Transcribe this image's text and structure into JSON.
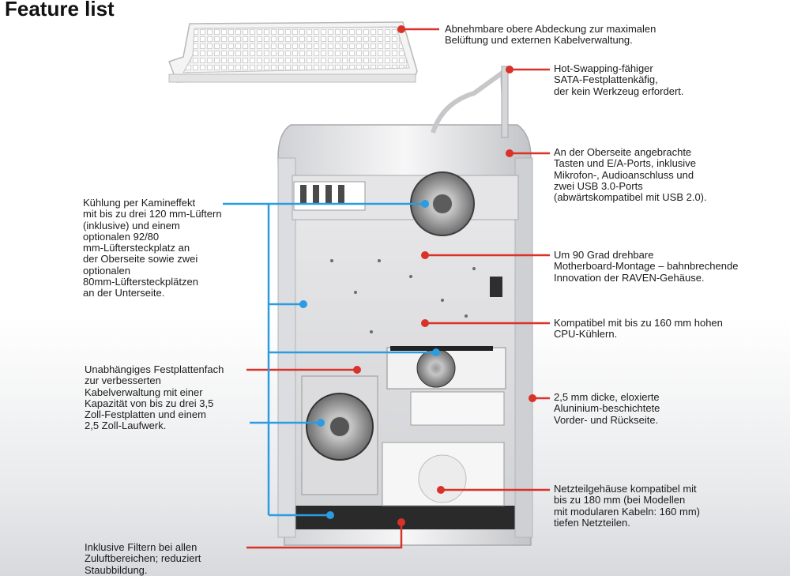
{
  "heading": "Feature list",
  "colors": {
    "red_callout": "#d8322a",
    "blue_callout": "#2b9be2",
    "case_body": "#e8e8ea"
  },
  "callouts": {
    "top_cover": "Abnehmbare obere Abdeckung zur maximalen\nBelüftung und externen Kabelverwaltung.",
    "hdd_cage": "Hot-Swapping-fähiger\nSATA-Festplattenkäfig,\nder kein Werkzeug erfordert.",
    "top_ports": "An der Oberseite angebrachte\nTasten und E/A-Ports, inklusive\nMikrofon-, Audioanschluss und\nzwei USB 3.0-Ports\n(abwärtskompatibel mit USB 2.0).",
    "cooling": "Kühlung per Kamineffekt\nmit bis zu drei 120 mm-Lüftern\n(inklusive) und einem\noptionalen 92/80\nmm-Lüftersteckplatz an\nder Oberseite sowie zwei\noptionalen\n80mm-Lüftersteckplätzen\nan der Unterseite.",
    "motherboard": "Um 90 Grad drehbare\nMotherboard-Montage – bahnbrechende\nInnovation der RAVEN-Gehäuse.",
    "cpu_cooler": "Kompatibel mit bis zu 160 mm hohen\nCPU-Kühlern.",
    "drive_bay": "Unabhängiges Festplattenfach\nzur verbesserten\nKabelverwaltung mit einer\nKapazität von bis zu drei 3,5\nZoll-Festplatten und einem\n2,5 Zoll-Laufwerk.",
    "aluminium": "2,5 mm dicke, eloxierte\nAluninium-beschichtete\nVorder- und Rückseite.",
    "psu": "Netzteilgehäuse kompatibel mit\nbis zu 180 mm (bei Modellen\nmit modularen Kabeln: 160 mm)\ntiefen Netzteilen.",
    "filters": "Inklusive Filtern bei allen\nZuluftbereichen; reduziert\nStaubbildung."
  }
}
